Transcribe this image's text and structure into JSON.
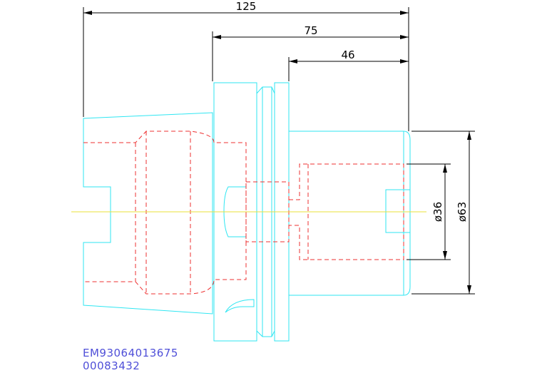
{
  "dimensions": {
    "total_length": "125",
    "flange_length": "75",
    "body_length": "46",
    "bore_diameter": "ø36",
    "outer_diameter": "ø63"
  },
  "part_info": {
    "part_number": "EM93064013675",
    "code": "00083432"
  },
  "colors": {
    "outline": "#2fe6f2",
    "hidden": "#ee3030",
    "centerline": "#e8e23a",
    "dimension": "#000000",
    "text": "#4f4fd8"
  }
}
